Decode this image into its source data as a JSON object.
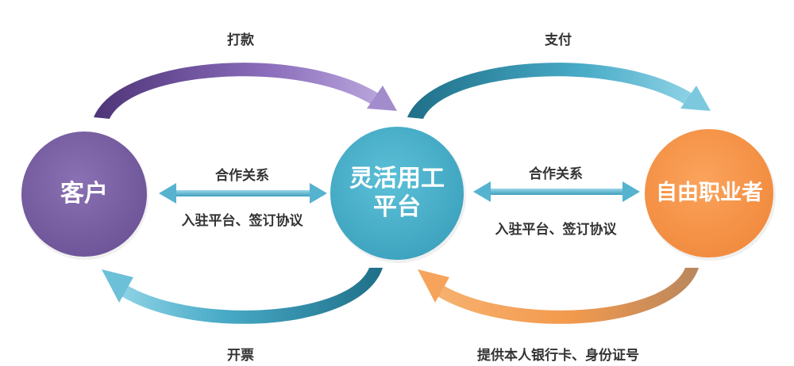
{
  "nodes": {
    "customer": {
      "label": "客户",
      "color": "#7b62a3"
    },
    "platform": {
      "line1": "灵活用工",
      "line2": "平台",
      "color": "#4bb0cb"
    },
    "freelancer": {
      "label": "自由职业者",
      "color": "#f7954a"
    }
  },
  "flows": {
    "pay_in": "打款",
    "pay_out": "支付",
    "invoice": "开票",
    "provide_info": "提供本人银行卡、身份证号"
  },
  "relations": {
    "left": {
      "top": "合作关系",
      "bottom": "入驻平台、签订协议"
    },
    "right": {
      "top": "合作关系",
      "bottom": "入驻平台、签订协议"
    }
  },
  "colors": {
    "purple_arc": "#6c4f99",
    "teal_arc": "#3aa7c2",
    "orange_arc": "#f08a3c",
    "double_arrow": "#56b3d0"
  }
}
